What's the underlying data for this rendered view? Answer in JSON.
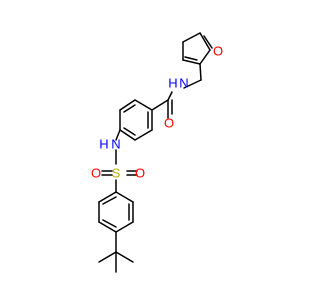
{
  "molecule": {
    "atoms": {
      "furan_o": "O",
      "amide_n": "N",
      "amide_h": "H",
      "carbonyl_o": "O",
      "sulfonamide_n": "N",
      "sulfonamide_h": "H",
      "sulfur": "S",
      "sulfonyl_o_left": "O",
      "sulfonyl_o_right": "O"
    },
    "colors": {
      "carbon_bond": "#000000",
      "oxygen": "#ff0000",
      "nitrogen": "#0000ff",
      "sulfur": "#b2b200"
    }
  }
}
